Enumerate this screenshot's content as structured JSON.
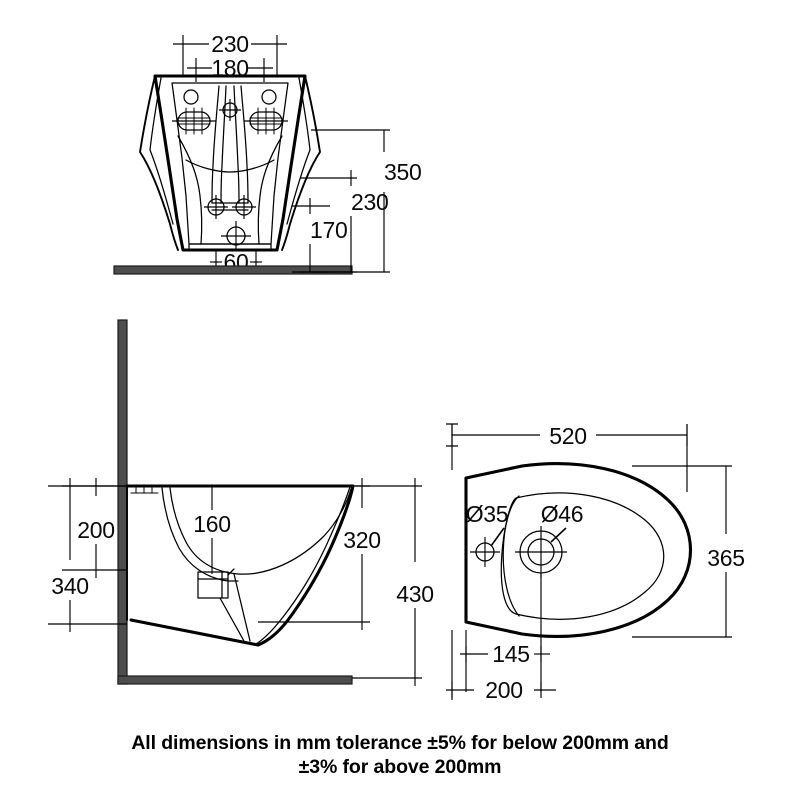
{
  "document": {
    "title": "Wall Hung Bidet Dimensional Drawing",
    "units": "mm",
    "background_color": "#ffffff",
    "line_color": "#000000",
    "solid_fill_color": "#4d4d4d"
  },
  "footnote": {
    "line1": "All dimensions in mm tolerance ±5% for below 200mm and",
    "line2": "±3% for above 200mm"
  },
  "views": {
    "front": {
      "name": "front-elevation",
      "dimensions": {
        "overall_width": "230",
        "inner_width": "180",
        "outlet_width": "60",
        "height_to_top": "350",
        "height_mid": "230",
        "height_low": "170"
      }
    },
    "side": {
      "name": "side-section",
      "dimensions": {
        "bowl_depth": "160",
        "wall_offset_upper": "200",
        "wall_offset_lower": "340",
        "projection_upper": "320",
        "projection_total": "430"
      }
    },
    "plan": {
      "name": "plan-top-view",
      "dimensions": {
        "length": "520",
        "width": "365",
        "hole_small": "Ø35",
        "hole_large": "Ø46",
        "offset_145": "145",
        "offset_200": "200"
      }
    }
  }
}
